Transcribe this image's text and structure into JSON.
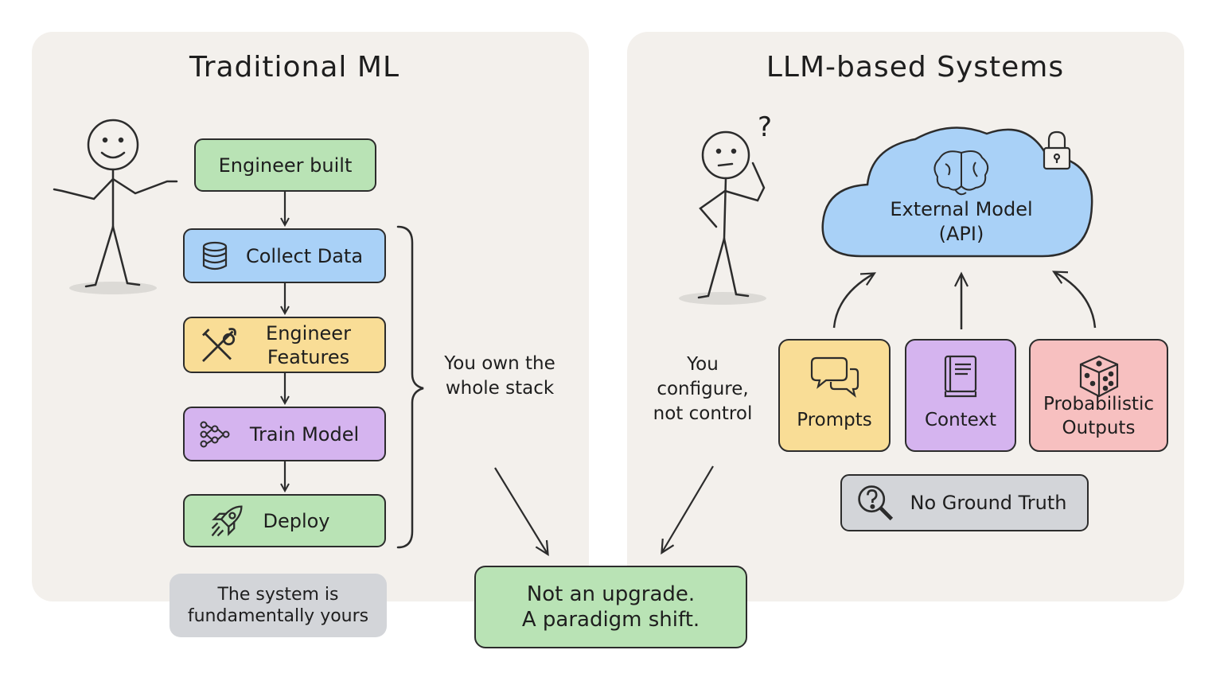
{
  "left": {
    "title": "Traditional ML",
    "top_box": "Engineer built",
    "steps": [
      "Collect Data",
      "Engineer Features",
      "Train Model",
      "Deploy"
    ],
    "brace_note_line1": "You own the",
    "brace_note_line2": "whole stack",
    "footer_line1": "The system is",
    "footer_line2": "fundamentally yours"
  },
  "right": {
    "title": "LLM-based Systems",
    "question_mark": "?",
    "cloud_line1": "External Model",
    "cloud_line2": "(API)",
    "side_note_line1": "You",
    "side_note_line2": "configure,",
    "side_note_line3": "not control",
    "cards": [
      "Prompts",
      "Context",
      "Probabilistic Outputs"
    ],
    "no_truth": "No Ground Truth"
  },
  "conclusion": {
    "line1": "Not an upgrade.",
    "line2": "A paradigm shift."
  },
  "icons": [
    "database-icon",
    "tools-icon",
    "network-icon",
    "rocket-icon",
    "brain-icon",
    "lock-icon",
    "speech-bubbles-icon",
    "book-icon",
    "dice-icon",
    "magnifier-question-icon"
  ],
  "colors": {
    "panel": "#f3f0ec",
    "green": "#b9e3b5",
    "blue": "#a9d1f7",
    "yellow": "#f9dd96",
    "purple": "#d5b4ef",
    "pink": "#f7c0c0",
    "gray": "#d3d5d9",
    "ink": "#2c2c2c"
  }
}
